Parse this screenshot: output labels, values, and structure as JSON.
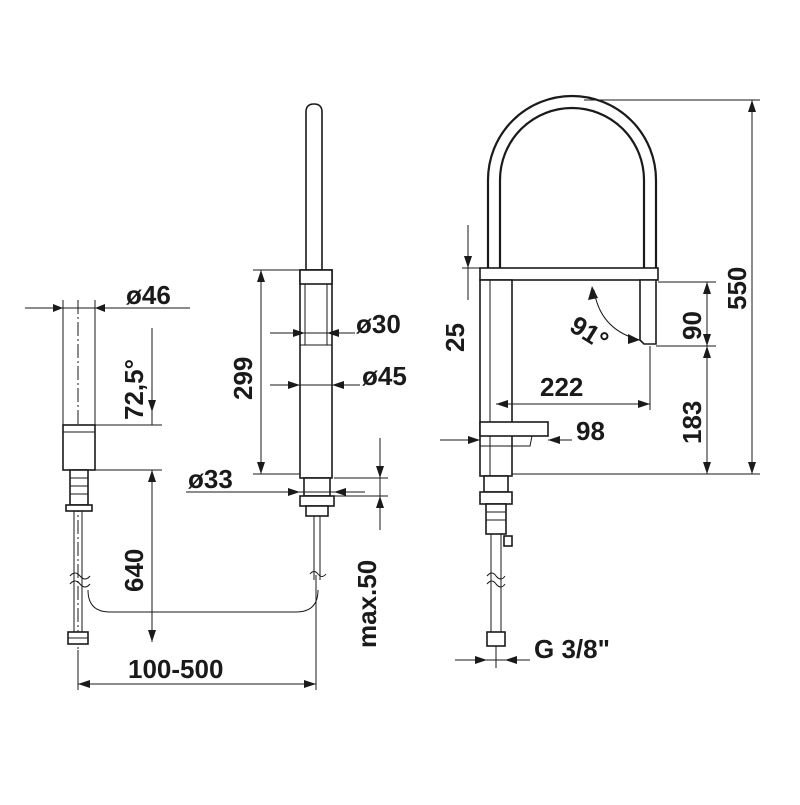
{
  "dimensions": {
    "d46": "ø46",
    "a72": "72,5°",
    "d640": "640",
    "d100_500": "100-500",
    "d299": "299",
    "d30": "ø30",
    "d45": "ø45",
    "d33": "ø33",
    "max50": "max.50",
    "d25": "25",
    "a91": "91°",
    "d90": "90",
    "d550": "550",
    "d222": "222",
    "d183": "183",
    "d98": "98",
    "g38": "G 3/8\""
  }
}
